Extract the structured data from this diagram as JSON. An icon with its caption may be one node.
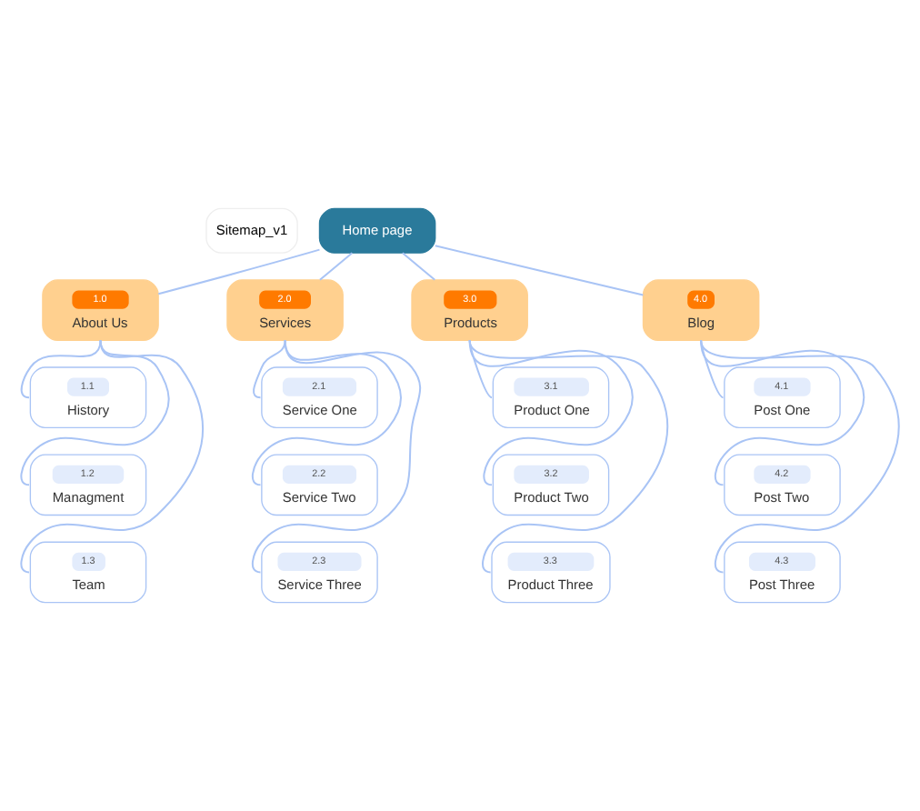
{
  "diagram": {
    "nodes": [
      {
        "text": [
          "Home page"
        ]
      },
      {
        "text": [
          "1.0",
          "About Us"
        ]
      },
      {
        "text": [
          "2.0",
          "Services"
        ]
      },
      {
        "text": [
          "3.0",
          "Products"
        ]
      },
      {
        "text": [
          "4.0",
          "Blog"
        ]
      },
      {
        "text": [
          "1.1",
          "History"
        ]
      },
      {
        "text": [
          "1.2",
          "Managment"
        ]
      },
      {
        "text": [
          "1.3",
          "Team"
        ]
      },
      {
        "text": [
          "2.1",
          "Service One"
        ]
      },
      {
        "text": [
          "2.2",
          "Service Two"
        ]
      },
      {
        "text": [
          "2.3",
          "Service Three"
        ]
      },
      {
        "text": [
          "3.1",
          "Product One"
        ]
      },
      {
        "text": [
          "3.2",
          "Product Two"
        ]
      },
      {
        "text": [
          "3.3",
          "Product Three"
        ]
      },
      {
        "text": [
          "4.1",
          "Post One"
        ]
      },
      {
        "text": [
          "4.2",
          "Post Two"
        ]
      },
      {
        "text": [
          "4.3",
          "Post Three"
        ]
      }
    ],
    "edges": [
      {
        "from": 0,
        "to": 1,
        "arrow": "none"
      },
      {
        "from": 0,
        "to": 2,
        "arrow": "none"
      },
      {
        "from": 0,
        "to": 3,
        "arrow": "none"
      },
      {
        "from": 0,
        "to": 4,
        "arrow": "none"
      },
      {
        "from": 1,
        "to": 5,
        "arrow": "none"
      },
      {
        "from": 1,
        "to": 6,
        "arrow": "none"
      },
      {
        "from": 1,
        "to": 7,
        "arrow": "none"
      },
      {
        "from": 2,
        "to": 8,
        "arrow": "none"
      },
      {
        "from": 2,
        "to": 9,
        "arrow": "none"
      },
      {
        "from": 2,
        "to": 10,
        "arrow": "none"
      },
      {
        "from": 3,
        "to": 11,
        "arrow": "none"
      },
      {
        "from": 3,
        "to": 12,
        "arrow": "none"
      },
      {
        "from": 3,
        "to": 13,
        "arrow": "none"
      },
      {
        "from": 4,
        "to": 14,
        "arrow": "none"
      },
      {
        "from": 4,
        "to": 15,
        "arrow": "none"
      },
      {
        "from": 4,
        "to": 16,
        "arrow": "none"
      }
    ],
    "labels": [
      "Sitemap_v1"
    ]
  }
}
